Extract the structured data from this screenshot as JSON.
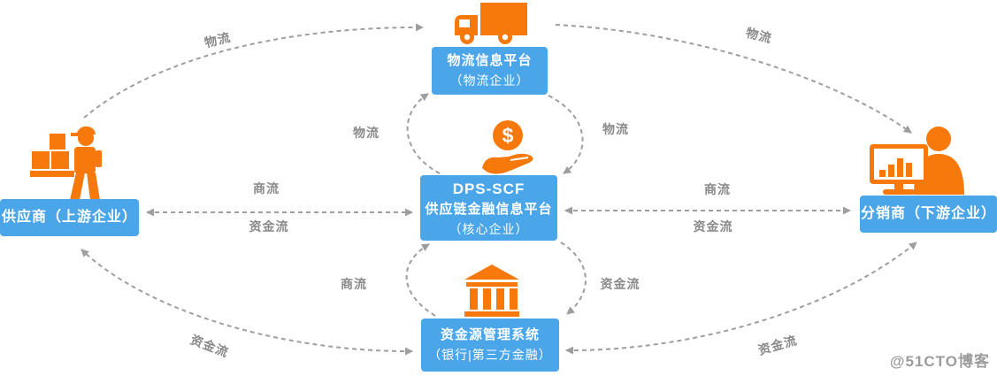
{
  "diagram": {
    "nodes": {
      "supplier": {
        "label": "供应商（上游企业）",
        "icon": "worker-carrying-boxes-icon"
      },
      "logistics": {
        "title": "物流信息平台",
        "subtitle": "（物流企业）",
        "icon": "delivery-truck-icon"
      },
      "platform": {
        "title": "DPS-SCF",
        "line2": "供应链金融信息平台",
        "subtitle": "（核心企业）",
        "coin_symbol": "$",
        "icon": "coin-in-hand-icon"
      },
      "funds": {
        "title": "资金源管理系统",
        "subtitle": "（银行|第三方金融）",
        "icon": "bank-building-icon"
      },
      "distributor": {
        "label": "分销商（下游企业）",
        "icon": "analyst-with-monitor-icon"
      }
    },
    "flow_types": {
      "logistics": "物流",
      "commerce": "商流",
      "capital": "资金流"
    },
    "colors": {
      "node_blue": "#4aa5e9",
      "icon_orange": "#f8790b",
      "line_gray": "#9e9e9e",
      "label_gray": "#8a8a8a"
    }
  },
  "watermark": "@51CTO博客"
}
